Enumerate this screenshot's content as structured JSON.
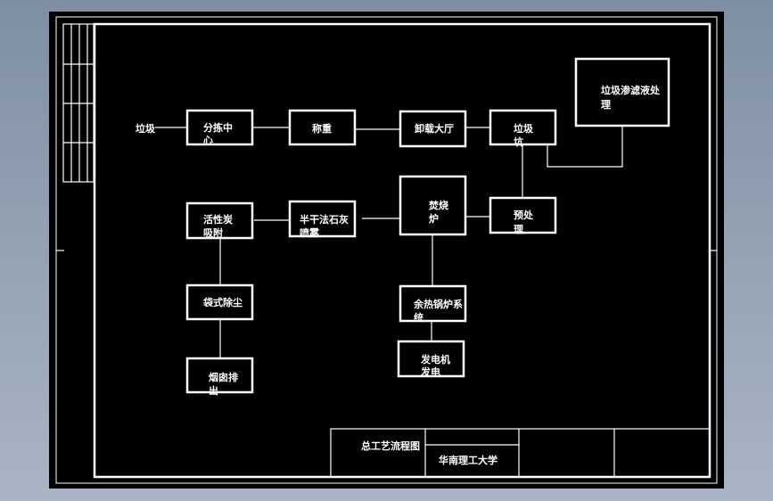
{
  "colors": {
    "background": "#8f9db0",
    "sheet": "#000000",
    "lines": "#ffffff"
  },
  "flow": {
    "input": "垃圾",
    "sorting": [
      "分拣中",
      "心"
    ],
    "weighing": "称重",
    "unloading_hall": "卸载大厅",
    "pit": [
      "垃圾",
      "坑"
    ],
    "leachate": [
      "垃圾渗滤液处",
      "理"
    ],
    "pretreatment": [
      "预处",
      "理"
    ],
    "incinerator": [
      "焚烧",
      "炉"
    ],
    "spray": [
      "半干法石灰",
      "喷雾"
    ],
    "carbon": [
      "活性炭",
      "吸附"
    ],
    "bag_filter": "袋式除尘",
    "chimney": [
      "烟囱排",
      "出"
    ],
    "boiler": [
      "余热锅炉系",
      "统"
    ],
    "generator": [
      "发电机",
      "发电"
    ]
  },
  "title_block": {
    "drawing_title": "总工艺流程图",
    "school": "华南理工大学"
  }
}
